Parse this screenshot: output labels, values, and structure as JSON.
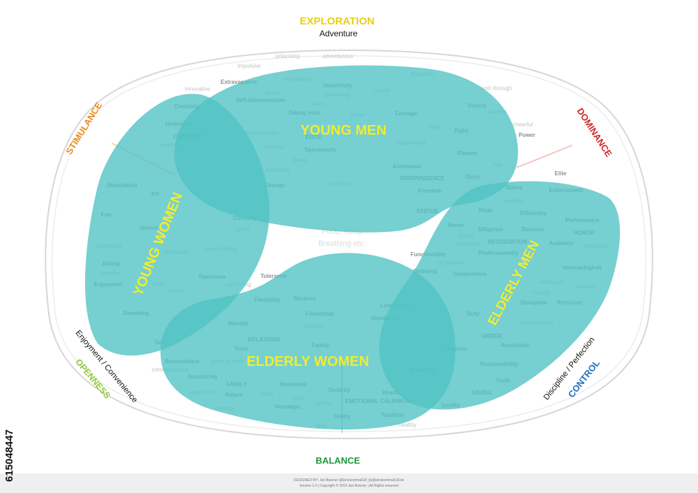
{
  "palette": {
    "blob": "#4fc1c3",
    "exploration": "#e7cf18",
    "stimulance": "#e98c1c",
    "dominance": "#d02727",
    "openness": "#8ec93c",
    "control": "#1e6fc0",
    "balance": "#1e9a3c",
    "segment_label": "#f1ec2f"
  },
  "poles": {
    "exploration": {
      "title": "EXPLORATION",
      "subtitle": "Adventure"
    },
    "stimulance": "STIMULANCE",
    "dominance": "DOMINANCE",
    "openness": "OPENNESS",
    "control": "CONTROL",
    "balance": "BALANCE",
    "enjoyment": "Enjoyment / Convenience",
    "discipline": "Discipline / Perfection"
  },
  "segments": {
    "young_men": "YOUNG MEN",
    "young_women": "YOUNG WOMEN",
    "elderly_women": "ELDERLY WOMEN",
    "elderly_men": "ELDERLY MEN"
  },
  "center": {
    "line1": "Food, sleep",
    "line2": "Breathing etc."
  },
  "values": [
    "polarising",
    "adventurous",
    "impulsive",
    "risk-averse",
    "Rebellion",
    "Extravagance",
    "Impulsivity",
    "Innovative",
    "exotic",
    "provoking",
    "robust",
    "push through",
    "Creativity",
    "Self-determination",
    "crazy",
    "Victory",
    "Taking risks",
    "Courage",
    "Hedonism",
    "brave",
    "leading",
    "CURIOSITY",
    "New frontiers",
    "Fight",
    "rough",
    "Power",
    "carefree",
    "EROS",
    "cheerful",
    "unusual",
    "independent",
    "Spontaneity",
    "Pioneer",
    "Being",
    "fast",
    "Elite",
    "Exploring",
    "Autonomie",
    "Stimulation",
    "INDEPENDENCE",
    "Glory",
    "Change",
    "optimistic",
    "Status",
    "Enforcement",
    "Art",
    "Freedom",
    "superior",
    "Curiosity",
    "STATUS",
    "Pride",
    "Efficiency",
    "Fun",
    "Humor",
    "stylish",
    "Honor",
    "Diligence",
    "Success",
    "Performance",
    "glamorous",
    "strong",
    "HONOR",
    "emotional",
    "good looking",
    "RECOGNITION",
    "Ambition",
    "structured",
    "ambitious",
    "Eating",
    "Functionality",
    "Professionality",
    "Hartnäckigkeit",
    "Openness",
    "sensitive",
    "functional",
    "Ordnung",
    "Enjoyment",
    "comforting",
    "Tolerance",
    "Competence",
    "intelligent",
    "concise",
    "smart",
    "striving",
    "correct",
    "Flexibility",
    "Respect",
    "Discipline",
    "Precision",
    "Friendship",
    "Obedience",
    "Dreaming",
    "Leadership",
    "Duty",
    "Warmth",
    "modest",
    "hard-working",
    "RELATIONS",
    "Sex",
    "Family",
    "ORDER",
    "Trust",
    "Hygiene",
    "Asceticism",
    "Benevolence",
    "down to earth",
    "Responsibility",
    "communicative",
    "Socializing",
    "Thrift",
    "FAMILY",
    "Homeland",
    "Reliability",
    "SAVING",
    "supportive",
    "Nature",
    "local",
    "Security",
    "Health",
    "calm",
    "ecology",
    "Nostalgia",
    "EMOTIONAL CALMNESS",
    "Quality",
    "secure",
    "Safety",
    "Tradition",
    "healthy",
    "faith"
  ],
  "footer": {
    "line1": "DESIGNED BY: Jan Butzner @Einskomma618  |  jb@einskomma618.de",
    "line2": "Version 1.0  |  Copyright © 2019 Jan Butzner  |  All Rights reserved"
  },
  "stock_id": "615048447"
}
